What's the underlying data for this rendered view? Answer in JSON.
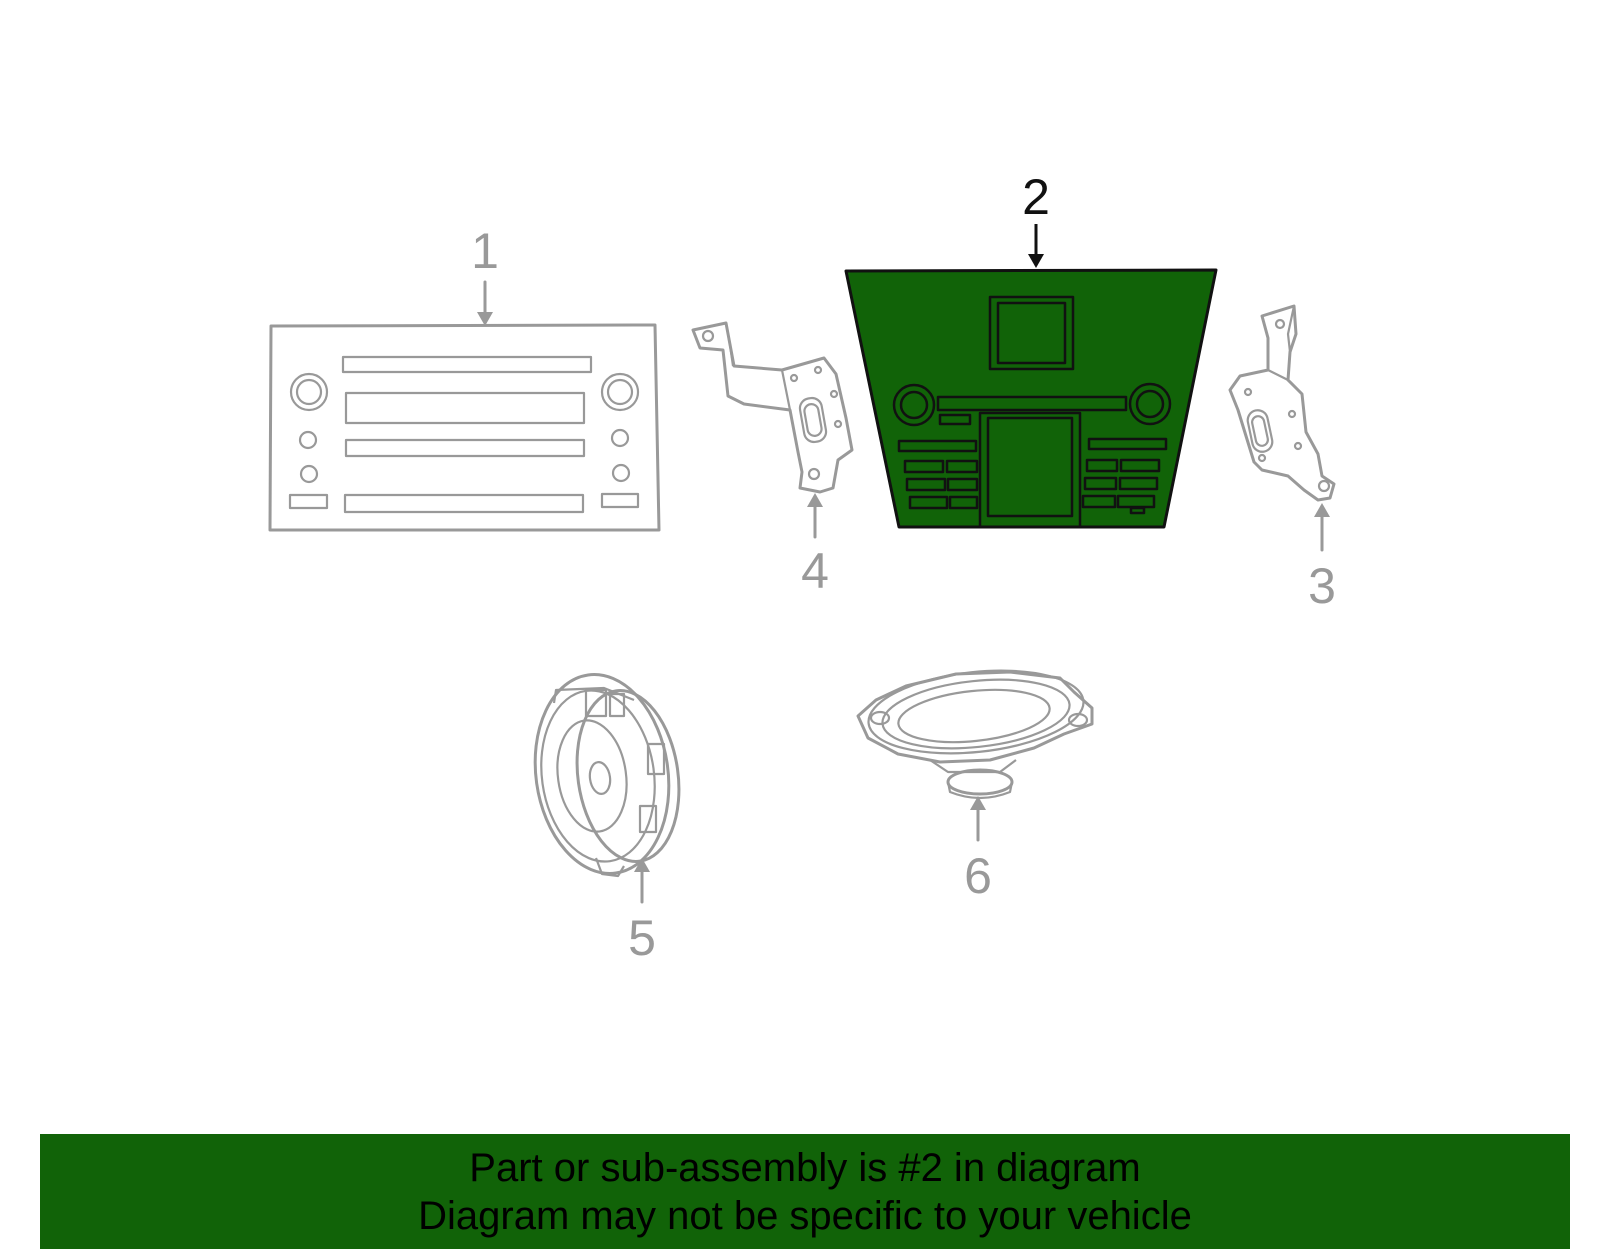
{
  "colors": {
    "highlight": "#116308",
    "outline_gray": "#999999",
    "outline_dark": "#111111",
    "banner": "#116308"
  },
  "callouts": [
    {
      "id": "1",
      "label": "1",
      "highlighted": false
    },
    {
      "id": "2",
      "label": "2",
      "highlighted": true
    },
    {
      "id": "3",
      "label": "3",
      "highlighted": false
    },
    {
      "id": "4",
      "label": "4",
      "highlighted": false
    },
    {
      "id": "5",
      "label": "5",
      "highlighted": false
    },
    {
      "id": "6",
      "label": "6",
      "highlighted": false
    }
  ],
  "banner": {
    "line1": "Part or sub-assembly is #2 in diagram",
    "line2": "Diagram may not be specific to your vehicle"
  }
}
